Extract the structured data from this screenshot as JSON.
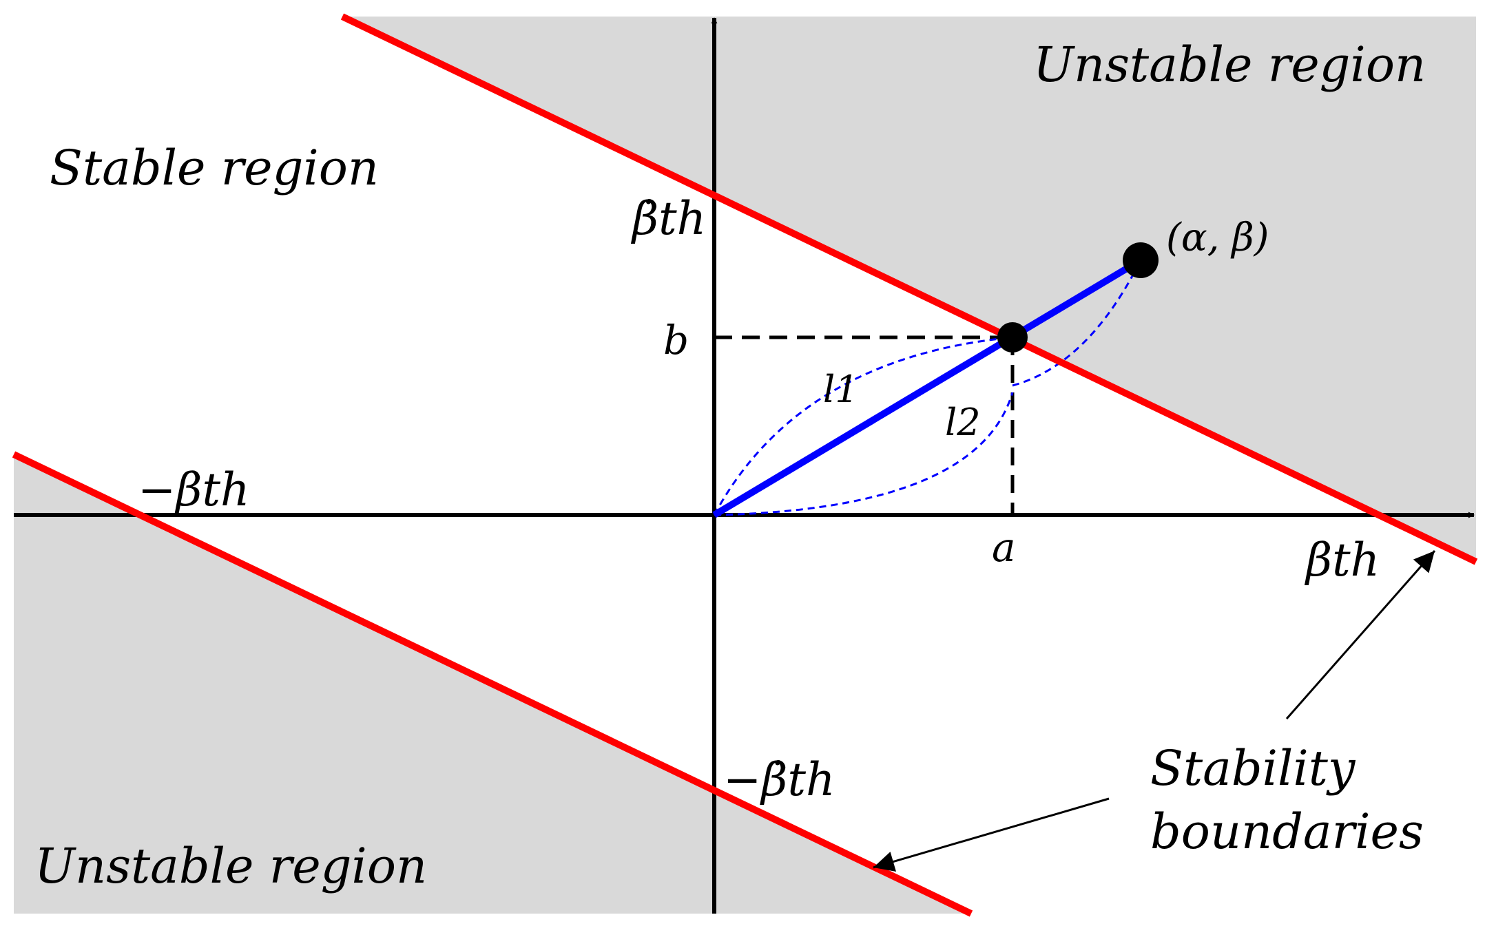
{
  "diagram": {
    "labels": {
      "unstable_top": "Unstable region",
      "stable": "Stable region",
      "unstable_bottom": "Unstable region",
      "beta_dot_th": "β̇th",
      "neg_beta_dot_th": "−β̇th",
      "beta_th": "βth",
      "neg_beta_th": "−βth",
      "b": "b",
      "a": "a",
      "point": "(α, β)",
      "l1": "l1",
      "l2": "l2",
      "stability_line1": "Stability",
      "stability_line2": "boundaries"
    },
    "colors": {
      "boundary": "#ff0000",
      "trajectory": "#0000ff",
      "unstable_fill": "#d9d9d9",
      "axis": "#000000"
    }
  }
}
